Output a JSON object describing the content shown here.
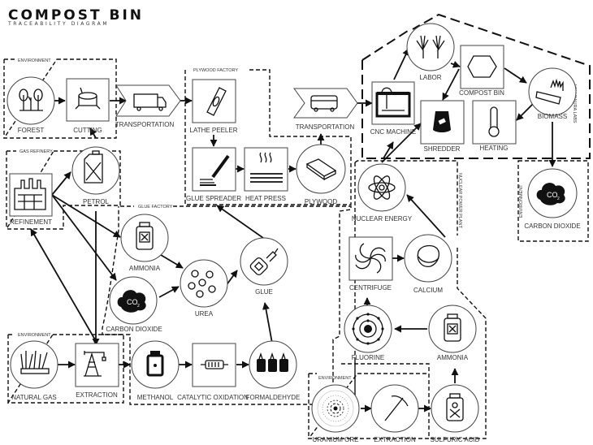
{
  "header": {
    "title": "COMPOST BIN",
    "subtitle": "TRACEABILITY DIAGRAM"
  },
  "groups": {
    "environment_forest": "ENVIRONMENT",
    "plywood_factory": "PLYWOOD FACTORY",
    "gas_refinery": "GAS REFINERY",
    "glue_factory": "GLUE FACTORY",
    "environment_gas": "ENVIRONMENT",
    "valldaura_labs": "VALLDAURA LABS",
    "environment_co2": "ENVIRONMENT",
    "nuclear_power_plant": "NUCLEAR POWER PLANT",
    "environment_uranium": "ENVIRONMENT"
  },
  "nodes": {
    "forest": "FOREST",
    "cutting": "CUTTING",
    "transportation_1": "TRANSPORTATION",
    "lathe_peeler": "LATHE PEELER",
    "glue_spreader": "GLUE SPREADER",
    "heat_press": "HEAT PRESS",
    "plywood": "PLYWOOD",
    "transportation_2": "TRANSPORTATION",
    "cnc_machine": "CNC MACHINE",
    "labor": "LABOR",
    "compost_bin": "COMPOST BIN",
    "biomass": "BIOMASS",
    "shredder": "SHREDDER",
    "heating": "HEATING",
    "carbon_dioxide_env": "CARBON DIOXIDE",
    "refinement": "REFINEMENT",
    "petrol": "PETROL",
    "ammonia_glue": "AMMONIA",
    "carbon_dioxide_glue": "CARBON DIOXIDE",
    "urea": "UREA",
    "glue": "GLUE",
    "natural_gas": "NATURAL GAS",
    "extraction_gas": "EXTRACTION",
    "methanol": "METHANOL",
    "catalytic_oxidation": "CATALYTIC OXIDATION",
    "formaldehyde": "FORMALDEHYDE",
    "nuclear_energy": "NUCLEAR ENERGY",
    "centrifuge": "CENTRIFUGE",
    "calcium": "CALCIUM",
    "fluorine": "FLUORINE",
    "ammonia_nuclear": "AMMONIA",
    "uranium_ore": "URANIUM ORE",
    "extraction_uranium": "EXTRACTION",
    "sulfuric_acid": "SULFURIC ACID"
  },
  "co2_text": "CO",
  "co2_sub": "2"
}
